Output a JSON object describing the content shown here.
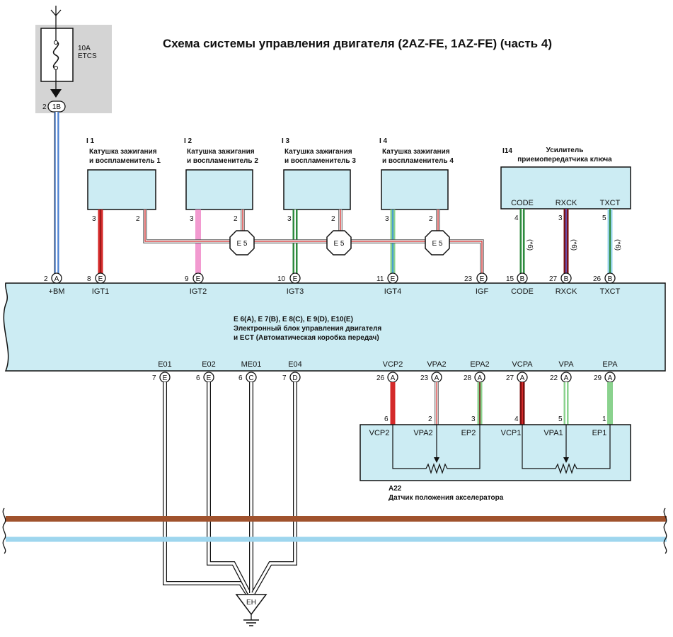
{
  "title": "Схема системы управления двигателя (2AZ-FE, 1AZ-FE) (часть 4)",
  "colors": {
    "box_fill": "#ccecf3",
    "fuse_bg": "#d4d4d4",
    "wire_red": "#d42a2a",
    "wire_pink": "#f29ad0",
    "wire_green": "#2e8b3e",
    "wire_lightgreen": "#8ad28e",
    "wire_blue": "#4a7fd0",
    "wire_lightblue": "#9ad4ee",
    "wire_darkred": "#7a1010",
    "wire_violet": "#6a4ca8",
    "bus_brown": "#a0522d",
    "bus_blue": "#9ed6ee"
  },
  "fuse": {
    "rating": "10A",
    "name": "ETCS",
    "pin": "2",
    "connector": "1B"
  },
  "coils": [
    {
      "id": "I 1",
      "name1": "Катушка зажигания",
      "name2": "и воспламенитель 1",
      "pin_a": "3",
      "pin_b": "2"
    },
    {
      "id": "I 2",
      "name1": "Катушка зажигания",
      "name2": "и воспламенитель 2",
      "pin_a": "3",
      "pin_b": "2"
    },
    {
      "id": "I 3",
      "name1": "Катушка зажигания",
      "name2": "и воспламенитель 3",
      "pin_a": "3",
      "pin_b": "2"
    },
    {
      "id": "I 4",
      "name1": "Катушка зажигания",
      "name2": "и воспламенитель 4",
      "pin_a": "3",
      "pin_b": "2"
    }
  ],
  "splice_label": "E 5",
  "immobilizer": {
    "id": "I14",
    "name1": "Усилитель",
    "name2": "приемопередатчика ключа",
    "pins": [
      {
        "label": "CODE",
        "pin": "4"
      },
      {
        "label": "RXCK",
        "pin": "3"
      },
      {
        "label": "TXCT",
        "pin": "5"
      }
    ],
    "note": "(*6)"
  },
  "ecu": {
    "line1": "E 6(A), E 7(B), E 8(C), E 9(D), E10(E)",
    "line2": "Электронный блок управления двигателя",
    "line3": "и ECT (Автоматическая коробка передач)",
    "top_pins": [
      {
        "num": "2",
        "conn": "A",
        "label": "+BM"
      },
      {
        "num": "8",
        "conn": "E",
        "label": "IGT1"
      },
      {
        "num": "9",
        "conn": "E",
        "label": "IGT2"
      },
      {
        "num": "10",
        "conn": "E",
        "label": "IGT3"
      },
      {
        "num": "11",
        "conn": "E",
        "label": "IGT4"
      },
      {
        "num": "23",
        "conn": "E",
        "label": "IGF"
      },
      {
        "num": "15",
        "conn": "B",
        "label": "CODE"
      },
      {
        "num": "27",
        "conn": "B",
        "label": "RXCK"
      },
      {
        "num": "26",
        "conn": "B",
        "label": "TXCT"
      }
    ],
    "bottom_pins": [
      {
        "num": "7",
        "conn": "E",
        "label": "E01"
      },
      {
        "num": "6",
        "conn": "E",
        "label": "E02"
      },
      {
        "num": "6",
        "conn": "C",
        "label": "ME01"
      },
      {
        "num": "7",
        "conn": "D",
        "label": "E04"
      },
      {
        "num": "26",
        "conn": "A",
        "label": "VCP2"
      },
      {
        "num": "23",
        "conn": "A",
        "label": "VPA2"
      },
      {
        "num": "28",
        "conn": "A",
        "label": "EPA2"
      },
      {
        "num": "27",
        "conn": "A",
        "label": "VCPA"
      },
      {
        "num": "22",
        "conn": "A",
        "label": "VPA"
      },
      {
        "num": "29",
        "conn": "A",
        "label": "EPA"
      }
    ]
  },
  "pedal_sensor": {
    "id": "A22",
    "name": "Датчик положения акселератора",
    "pins": [
      {
        "label": "VCP2",
        "pin": "6"
      },
      {
        "label": "VPA2",
        "pin": "2"
      },
      {
        "label": "EP2",
        "pin": "3"
      },
      {
        "label": "VCP1",
        "pin": "4"
      },
      {
        "label": "VPA1",
        "pin": "5"
      },
      {
        "label": "EP1",
        "pin": "1"
      }
    ]
  },
  "ground": {
    "label": "EH"
  }
}
